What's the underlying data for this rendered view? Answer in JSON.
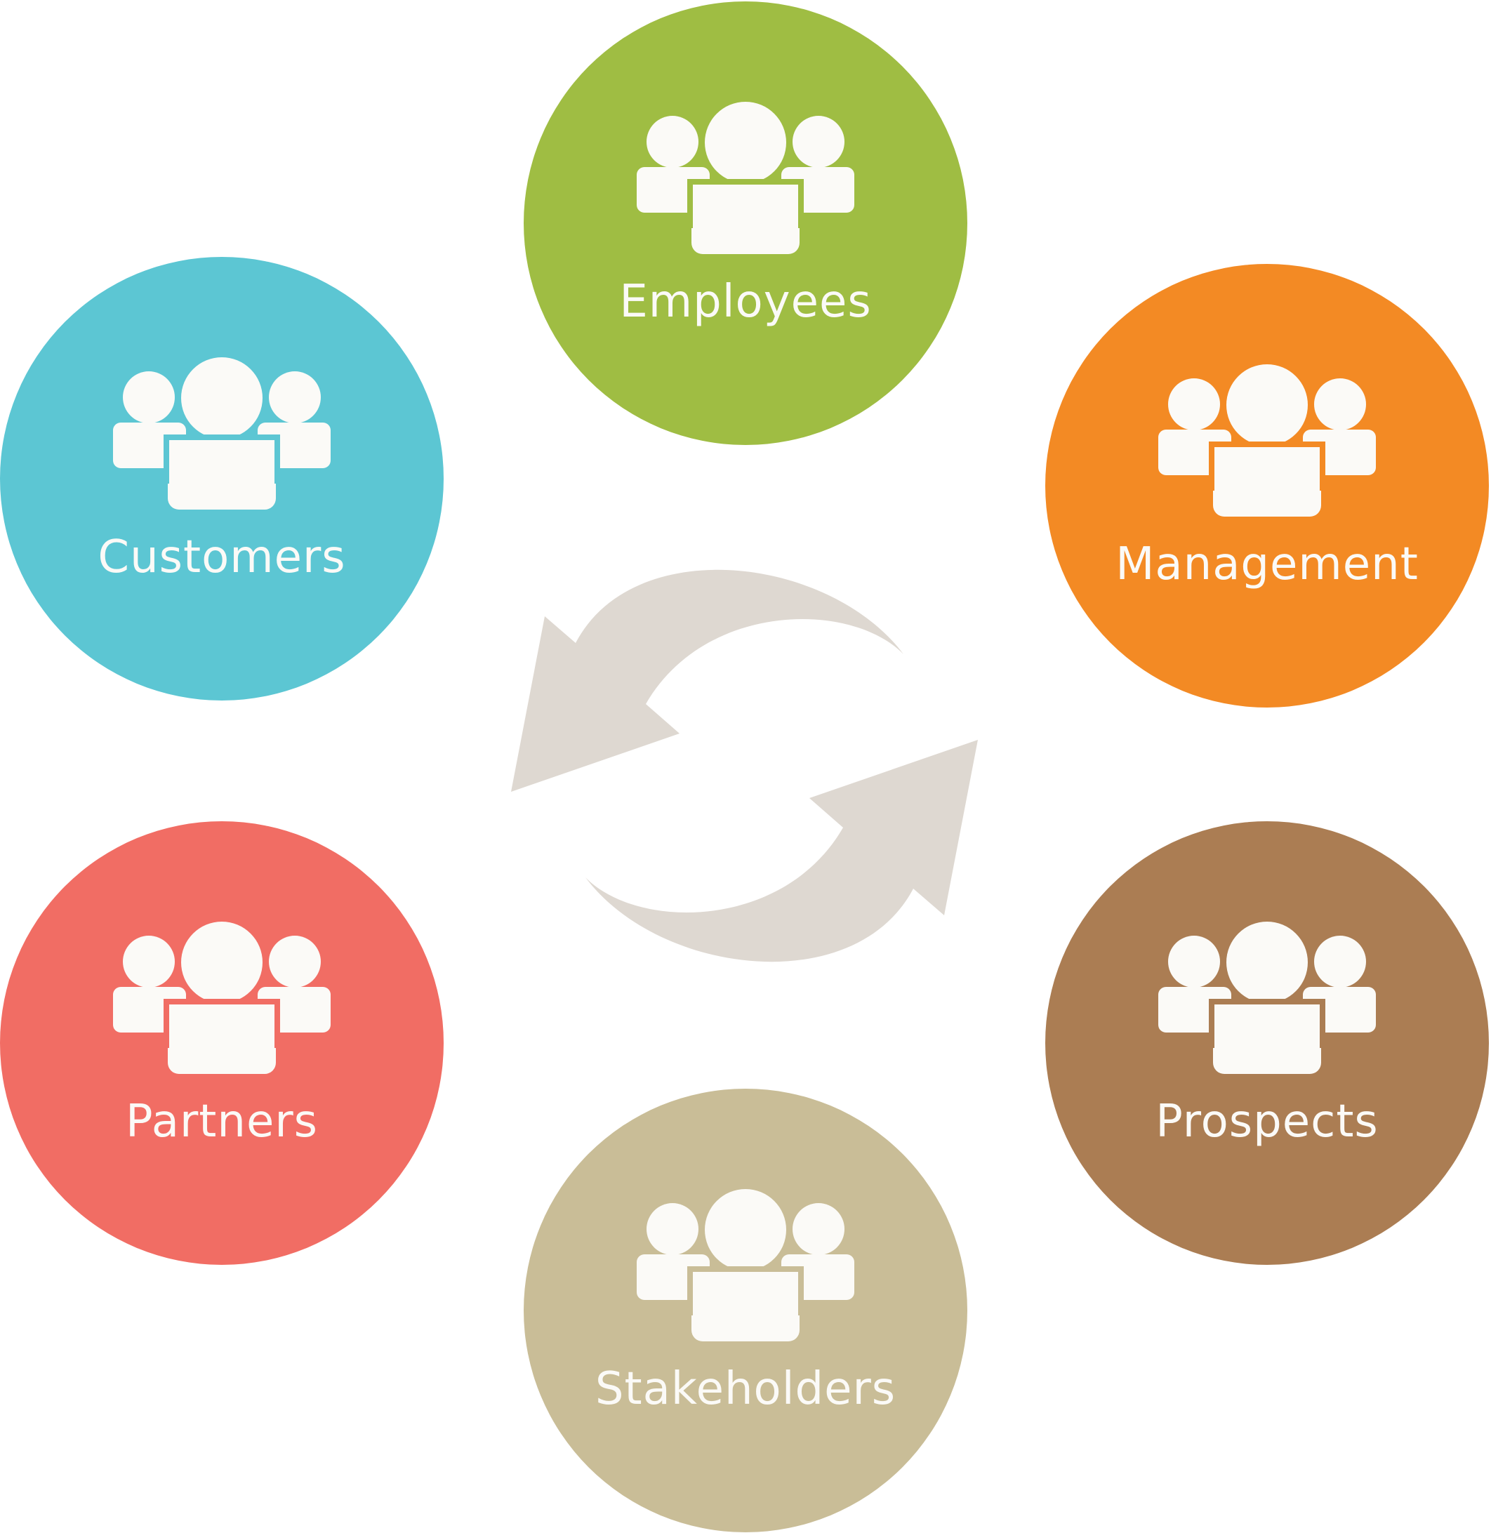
{
  "diagram": {
    "arrow_color": "#ded8d1",
    "icon_color": "#fbfaf7",
    "groups": [
      {
        "id": "employees",
        "label": "Employees",
        "color": "#9fbd43",
        "icon": "group-of-people-icon"
      },
      {
        "id": "management",
        "label": "Management",
        "color": "#f38a24",
        "icon": "group-of-people-icon"
      },
      {
        "id": "prospects",
        "label": "Prospects",
        "color": "#ab7d53",
        "icon": "group-of-people-icon"
      },
      {
        "id": "stakeholders",
        "label": "Stakeholders",
        "color": "#c9bd97",
        "icon": "group-of-people-icon"
      },
      {
        "id": "partners",
        "label": "Partners",
        "color": "#f16d64",
        "icon": "group-of-people-icon"
      },
      {
        "id": "customers",
        "label": "Customers",
        "color": "#5cc6d3",
        "icon": "group-of-people-icon"
      }
    ],
    "center_icon": "cycle-arrows-icon"
  }
}
